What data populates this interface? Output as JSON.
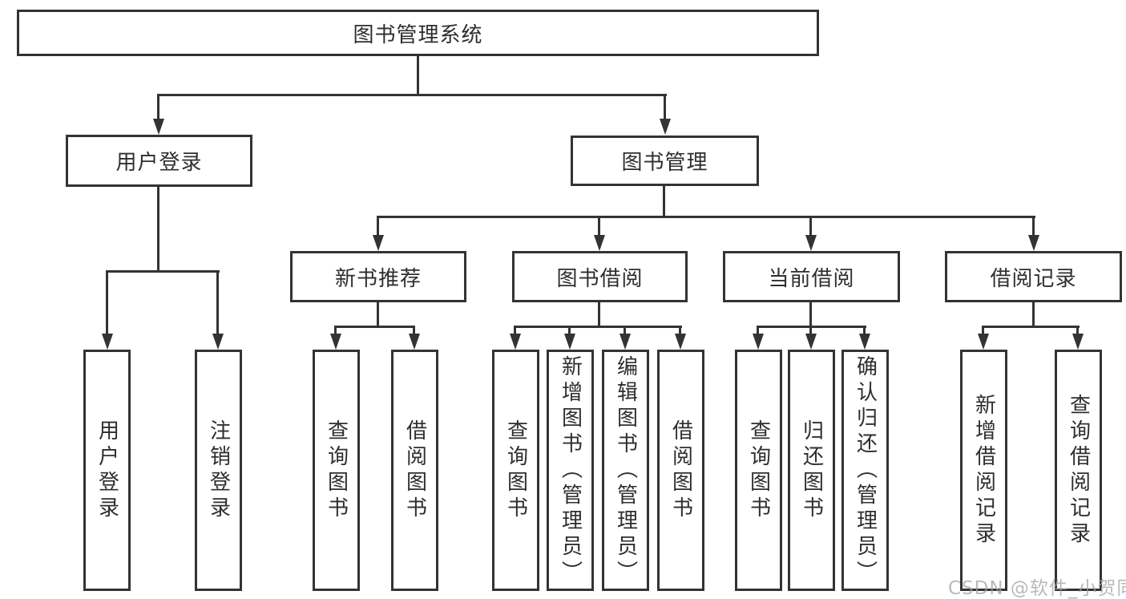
{
  "tree": {
    "root": {
      "label": "图书管理系统",
      "children": [
        {
          "label": "用户登录",
          "children": [
            {
              "label": "用户登录"
            },
            {
              "label": "注销登录"
            }
          ]
        },
        {
          "label": "图书管理",
          "children": [
            {
              "label": "新书推荐",
              "children": [
                {
                  "label": "查询图书"
                },
                {
                  "label": "借阅图书"
                }
              ]
            },
            {
              "label": "图书借阅",
              "children": [
                {
                  "label": "查询图书"
                },
                {
                  "label": "新增图书（管理员）"
                },
                {
                  "label": "编辑图书（管理员）"
                },
                {
                  "label": "借阅图书"
                }
              ]
            },
            {
              "label": "当前借阅",
              "children": [
                {
                  "label": "查询图书"
                },
                {
                  "label": "归还图书"
                },
                {
                  "label": "确认归还（管理员）"
                }
              ]
            },
            {
              "label": "借阅记录",
              "children": [
                {
                  "label": "新增借阅记录"
                },
                {
                  "label": "查询借阅记录"
                }
              ]
            }
          ]
        }
      ]
    }
  },
  "watermark": "CSDN @软件_小贺同学",
  "colors": {
    "line": "#333333",
    "text": "#2e2e2e",
    "background": "#ffffff",
    "watermark": "#9ea3a8"
  }
}
